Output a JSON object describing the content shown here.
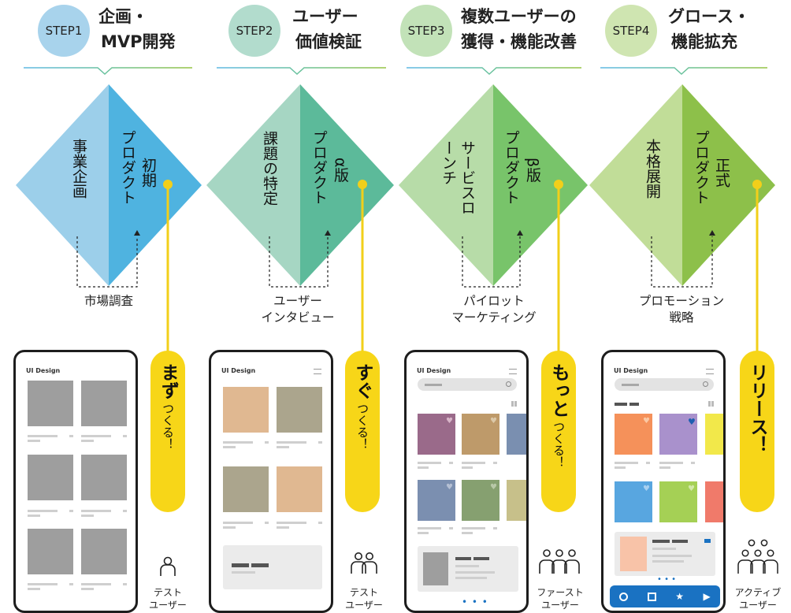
{
  "steps": [
    {
      "badge": "STEP1",
      "title": [
        "企画・",
        "MVP開発"
      ],
      "left": "事業企画",
      "right_main": "プロダクト",
      "right_sub": "初期",
      "caption": [
        "市場調査"
      ],
      "pill_big": "まず",
      "pill_small": "つくる！",
      "phone_title": "UI Design",
      "user_label": [
        "テスト",
        "ユーザー"
      ],
      "circle_color": "#a8d3ec",
      "left_color": "#9ccfea",
      "right_color": "#4fb3e0"
    },
    {
      "badge": "STEP2",
      "title": [
        "ユーザー",
        "価値検証"
      ],
      "left": "課題の特定",
      "right_main": "プロダクト",
      "right_sub": "α版",
      "caption": [
        "ユーザー",
        "インタビュー"
      ],
      "pill_big": "すぐ",
      "pill_small": "つくる！",
      "phone_title": "UI Design",
      "user_label": [
        "テスト",
        "ユーザー"
      ],
      "circle_color": "#b2dccd",
      "left_color": "#a6d6c3",
      "right_color": "#5cba9a"
    },
    {
      "badge": "STEP3",
      "title": [
        "複数ユーザーの",
        "獲得・機能改善"
      ],
      "left": "サービスローンチ",
      "right_main": "プロダクト",
      "right_sub": "β版",
      "caption": [
        "パイロット",
        "マーケティング"
      ],
      "pill_big": "もっと",
      "pill_small": "つくる！",
      "phone_title": "UI Design",
      "user_label": [
        "ファースト",
        "ユーザー"
      ],
      "circle_color": "#c2e2b8",
      "left_color": "#b7dca8",
      "right_color": "#78c46a"
    },
    {
      "badge": "STEP4",
      "title": [
        "グロース・",
        "機能拡充"
      ],
      "left": "本格展開",
      "right_main": "プロダクト",
      "right_sub": "正式",
      "caption": [
        "プロモーション",
        "戦略"
      ],
      "pill_big": "リリース！",
      "pill_small": "",
      "phone_title": "UI Design",
      "user_label": [
        "アクティブ",
        "ユーザー"
      ],
      "circle_color": "#cfe5b1",
      "left_color": "#c1dd98",
      "right_color": "#8dc04a"
    }
  ],
  "colors": {
    "pill": "#f7d618",
    "line": "#f2cf1a",
    "navbar": "#1a72c2"
  }
}
